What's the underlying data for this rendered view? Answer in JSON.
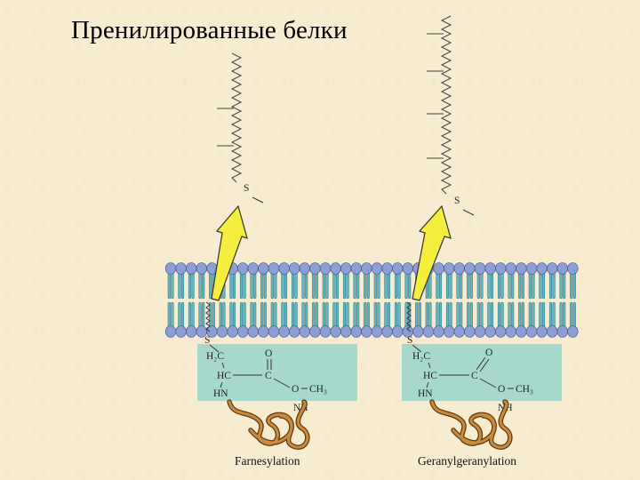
{
  "title": "Пренилированные белки",
  "colors": {
    "background": "#f8ecd0",
    "lipid_head": "#8c9ed4",
    "lipid_tail": "#5fb8c4",
    "arrow": "#f6ee3c",
    "anchor_box": "#a7d8cc",
    "protein": "#cc8a3c"
  },
  "panels": [
    {
      "caption": "Farnesylation",
      "sulfur_top": "S",
      "sulfur_anchor": "S",
      "h2c": "H₂C",
      "hc": "HC",
      "hn": "HN",
      "c1": "C",
      "o1": "O",
      "o2": "O",
      "ch3": "CH₃",
      "nh": "NH"
    },
    {
      "caption": "Geranylgeranylation",
      "sulfur_top": "S",
      "sulfur_anchor": "S",
      "h2c": "H₂C",
      "hc": "HC",
      "hn": "HN",
      "c1": "C",
      "o1": "O",
      "o2": "O",
      "ch3": "CH₃",
      "nh": "NH"
    }
  ]
}
